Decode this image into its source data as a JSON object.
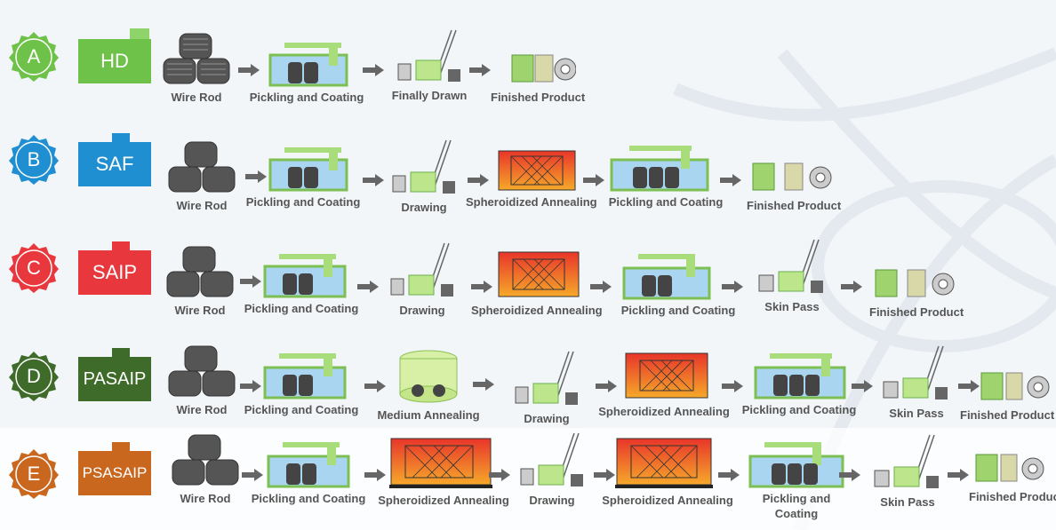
{
  "colors": {
    "A": "#6ec24a",
    "B": "#1f8fd1",
    "C": "#e8383d",
    "D": "#3e6b2a",
    "E": "#c9671f"
  },
  "rows": [
    {
      "letter": "A",
      "code": "HD",
      "steps": [
        "Wire Rod",
        "Pickling and Coating",
        "Finally Drawn",
        "Finished Product"
      ]
    },
    {
      "letter": "B",
      "code": "SAF",
      "steps": [
        "Wire Rod",
        "Pickling and Coating",
        "Drawing",
        "Spheroidized Annealing",
        "Pickling and Coating",
        "Finished Product"
      ]
    },
    {
      "letter": "C",
      "code": "SAIP",
      "steps": [
        "Wire Rod",
        "Pickling and Coating",
        "Drawing",
        "Spheroidized Annealing",
        "Pickling and Coating",
        "Skin Pass",
        "Finished Product"
      ]
    },
    {
      "letter": "D",
      "code": "PASAIP",
      "steps": [
        "Wire Rod",
        "Pickling and Coating",
        "Medium Annealing",
        "Drawing",
        "Spheroidized Annealing",
        "Pickling and Coating",
        "Skin Pass",
        "Finished Product"
      ]
    },
    {
      "letter": "E",
      "code": "PSASAIP",
      "steps": [
        "Wire Rod",
        "Pickling and Coating",
        "Spheroidized Annealing",
        "Drawing",
        "Spheroidized Annealing",
        "Pickling and Coating",
        "Skin Pass",
        "Finished Product"
      ]
    }
  ]
}
